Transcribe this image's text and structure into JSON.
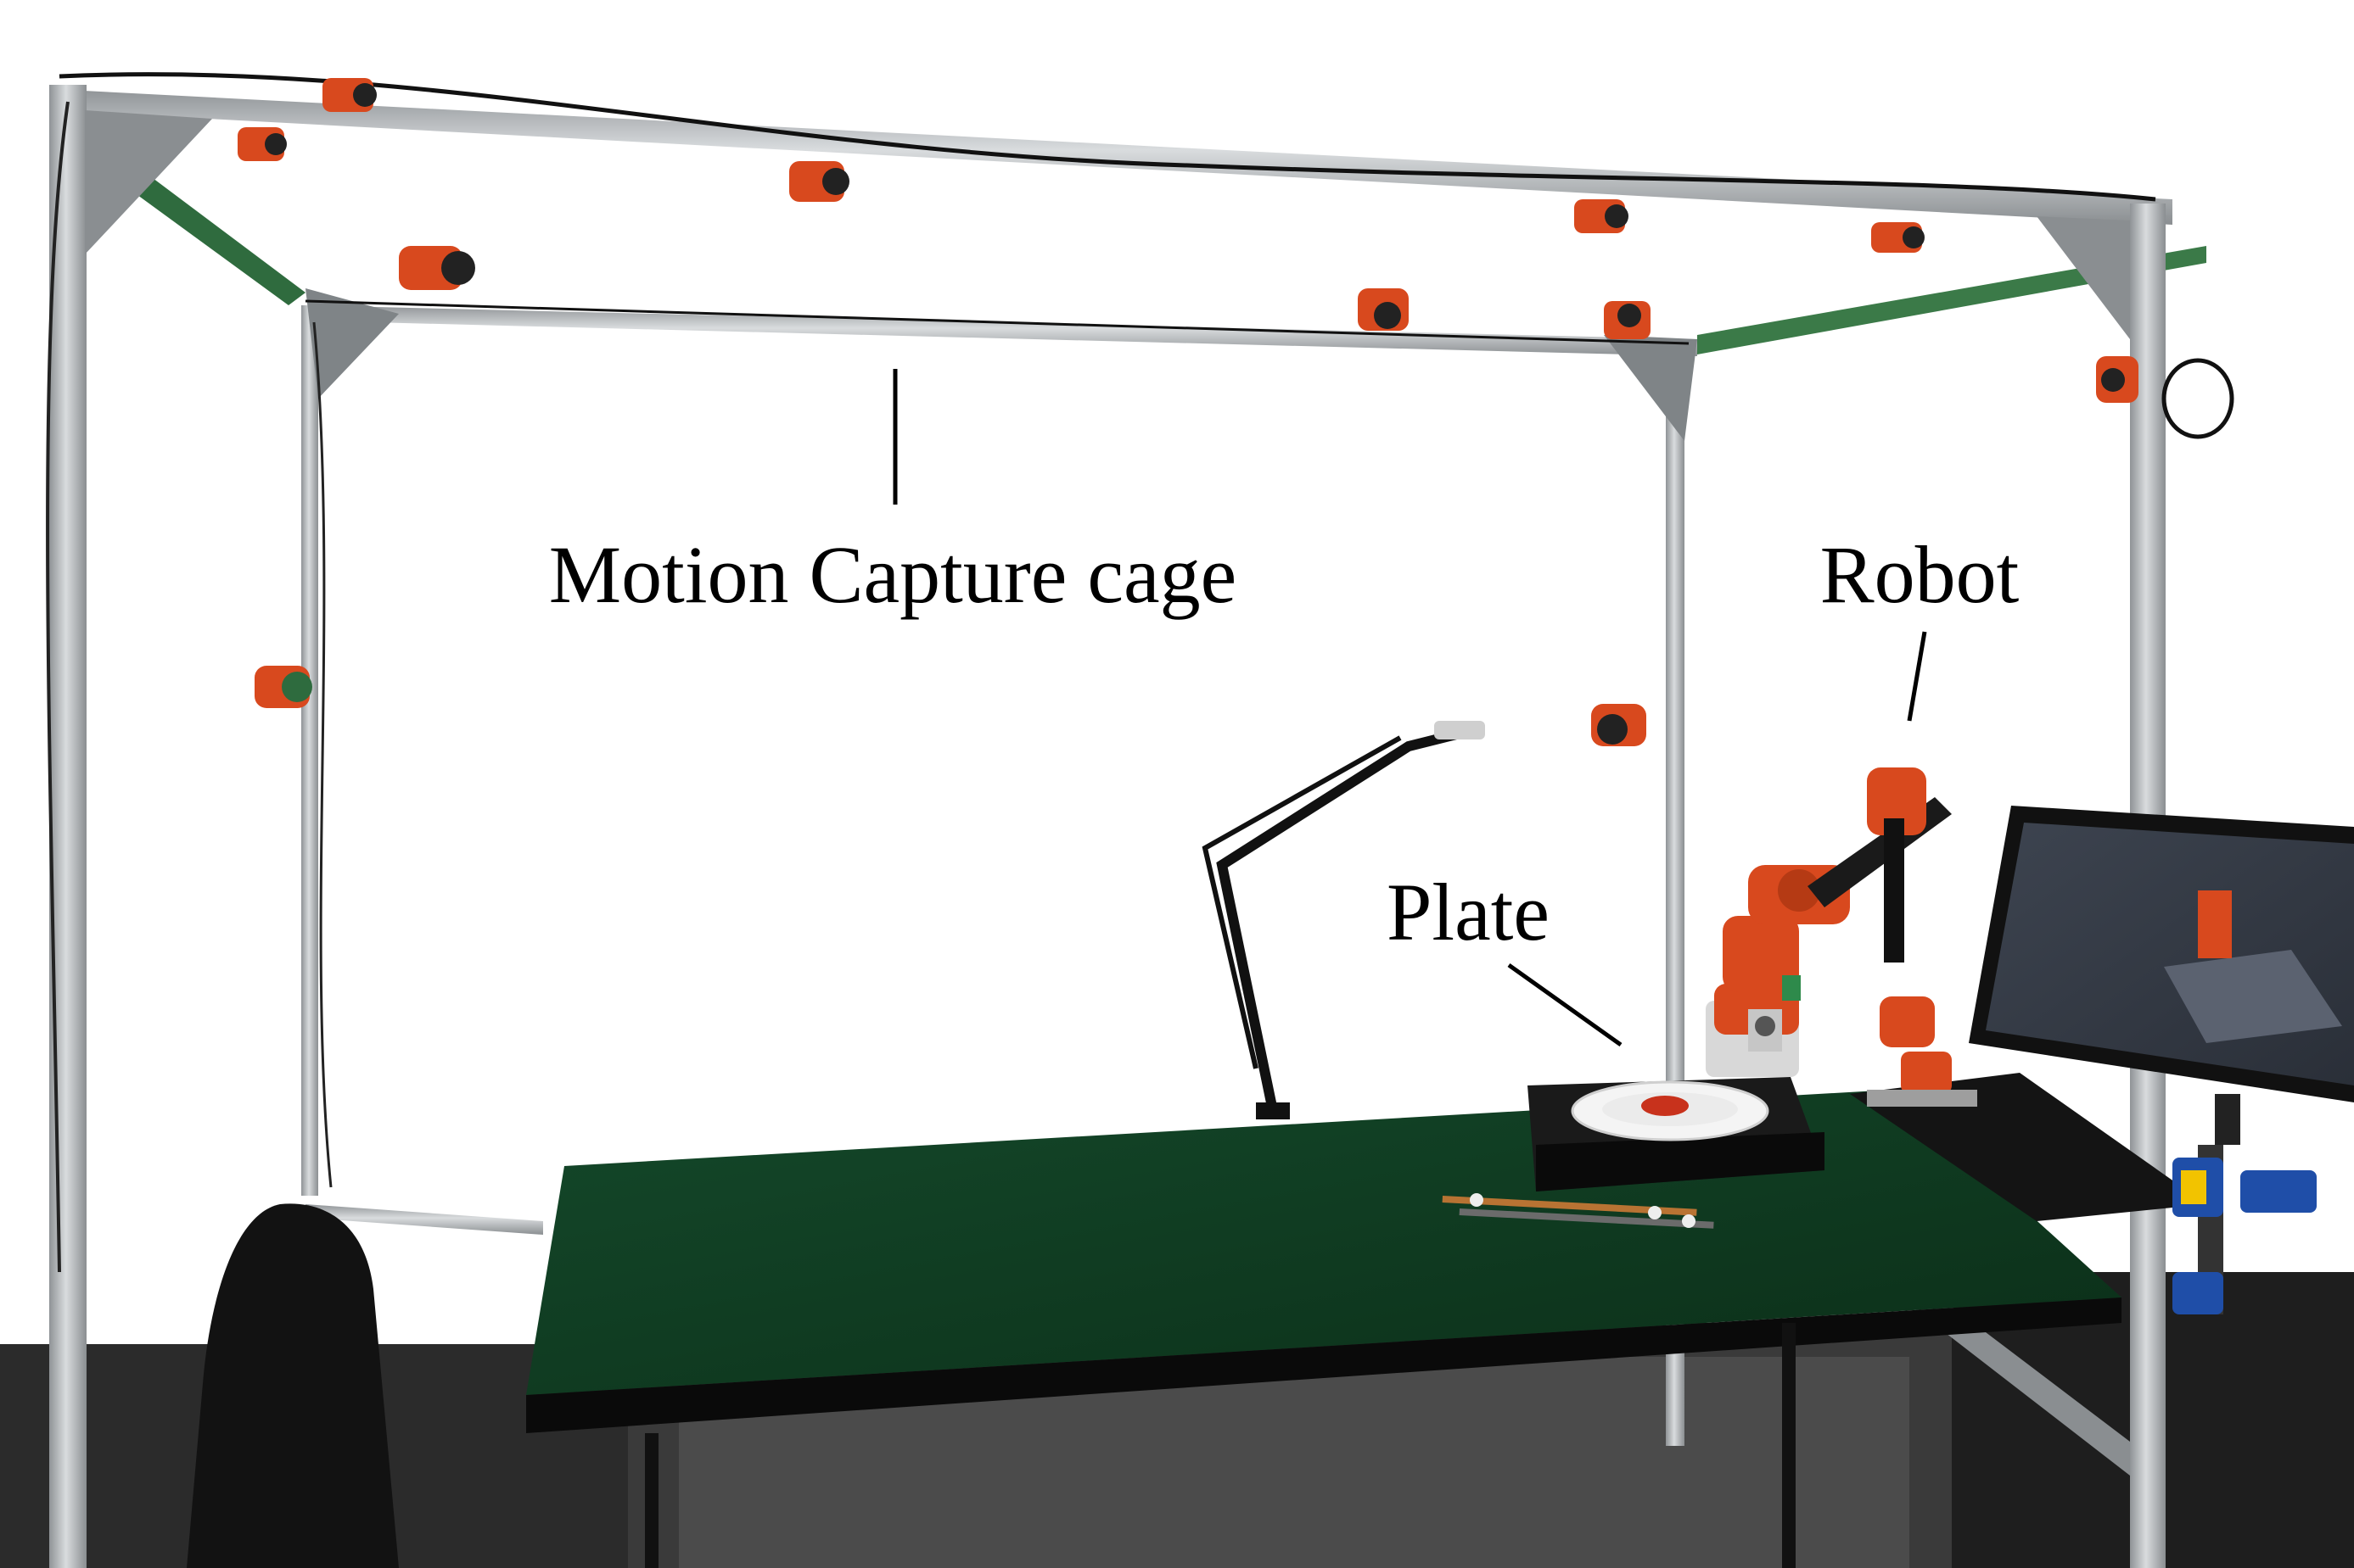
{
  "annotations": {
    "cage_label": "Motion Capture cage",
    "robot_label": "Robot",
    "plate_label": "Plate"
  },
  "colors": {
    "background": "#ffffff",
    "aluminum": "#b9bcbf",
    "camera_orange": "#d8491e",
    "table_top": "#0f3a1f",
    "floor": "#2a2a2a",
    "label_text": "#000000"
  }
}
